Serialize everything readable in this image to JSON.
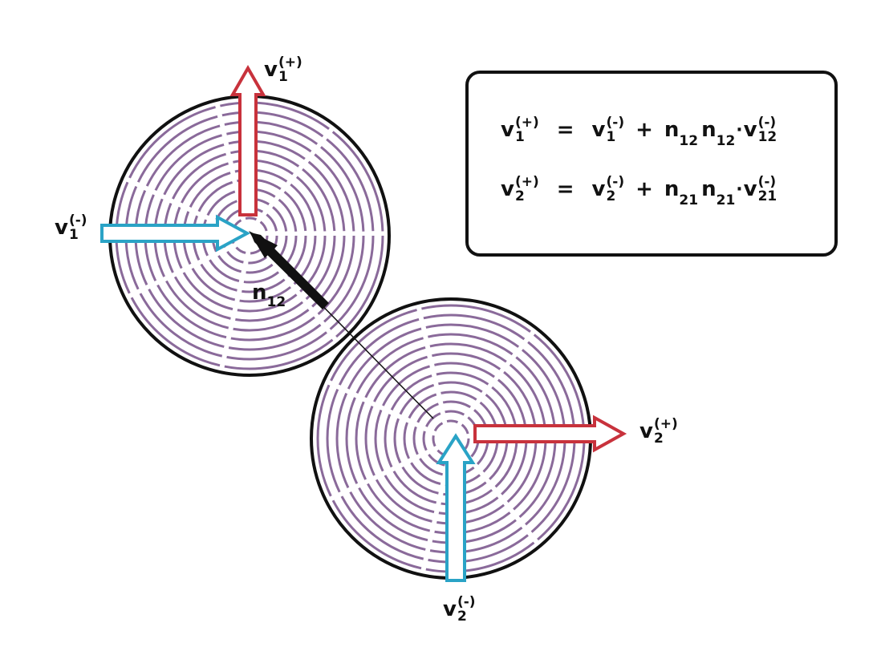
{
  "labels": {
    "v1_plus": {
      "base": "v",
      "sub": "1",
      "sup": "(+)"
    },
    "v1_minus": {
      "base": "v",
      "sub": "1",
      "sup": "(-)"
    },
    "v2_plus": {
      "base": "v",
      "sub": "2",
      "sup": "(+)"
    },
    "v2_minus": {
      "base": "v",
      "sub": "2",
      "sup": "(-)"
    },
    "n12": {
      "base": "n",
      "sub": "12"
    }
  },
  "equations": [
    {
      "lhs": {
        "base": "v",
        "sub": "1",
        "sup": "(+)"
      },
      "eq": "=",
      "term1": {
        "base": "v",
        "sub": "1",
        "sup": "(-)"
      },
      "plus": "+",
      "n1": {
        "base": "n",
        "sub": "12"
      },
      "n2": {
        "base": "n",
        "sub": "12"
      },
      "dot": "·",
      "vrel": {
        "base": "v",
        "sub": "12",
        "sup": "(-)"
      }
    },
    {
      "lhs": {
        "base": "v",
        "sub": "2",
        "sup": "(+)"
      },
      "eq": "=",
      "term1": {
        "base": "v",
        "sub": "2",
        "sup": "(-)"
      },
      "plus": "+",
      "n1": {
        "base": "n",
        "sub": "21"
      },
      "n2": {
        "base": "n",
        "sub": "21"
      },
      "dot": "·",
      "vrel": {
        "base": "v",
        "sub": "21",
        "sup": "(-)"
      }
    }
  ],
  "colors": {
    "outgoing_arrow": "#c8323c",
    "incoming_arrow": "#2aa3c6",
    "rings": "#8a6a9a",
    "outline": "#111111"
  }
}
